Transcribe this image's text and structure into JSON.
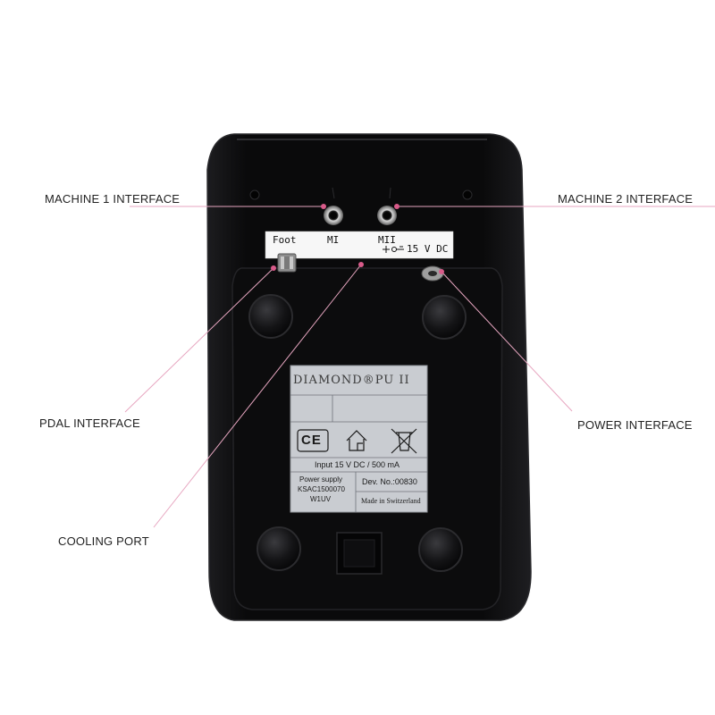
{
  "callouts": {
    "machine1": "MACHINE 1 INTERFACE",
    "machine2": "MACHINE 2 INTERFACE",
    "pedal": "PDAL INTERFACE",
    "power": "POWER INTERFACE",
    "cooling": "COOLING PORT"
  },
  "port_strip": {
    "foot": "Foot",
    "m1": "MI",
    "m2": "MII",
    "voltage": "15 V DC"
  },
  "label": {
    "brand": "DIAMOND®PU II",
    "ce_mark": "CE",
    "input": "Input 15 V DC / 500 mA",
    "power_supply_line1": "Power supply",
    "power_supply_line2": "KSAC1500070",
    "power_supply_line3": "W1UV",
    "dev_no": "Dev. No.:00830",
    "made_in": "Made in Switzerland"
  },
  "colors": {
    "leader_line": "#e7a6c0",
    "leader_dot": "#d95b8a",
    "device_body": "#0d0d0f",
    "label_bg": "#c9ccd1"
  },
  "icons": [
    "indoor-use-house-icon",
    "weee-crossed-bin-icon",
    "dc-polarity-icon"
  ]
}
